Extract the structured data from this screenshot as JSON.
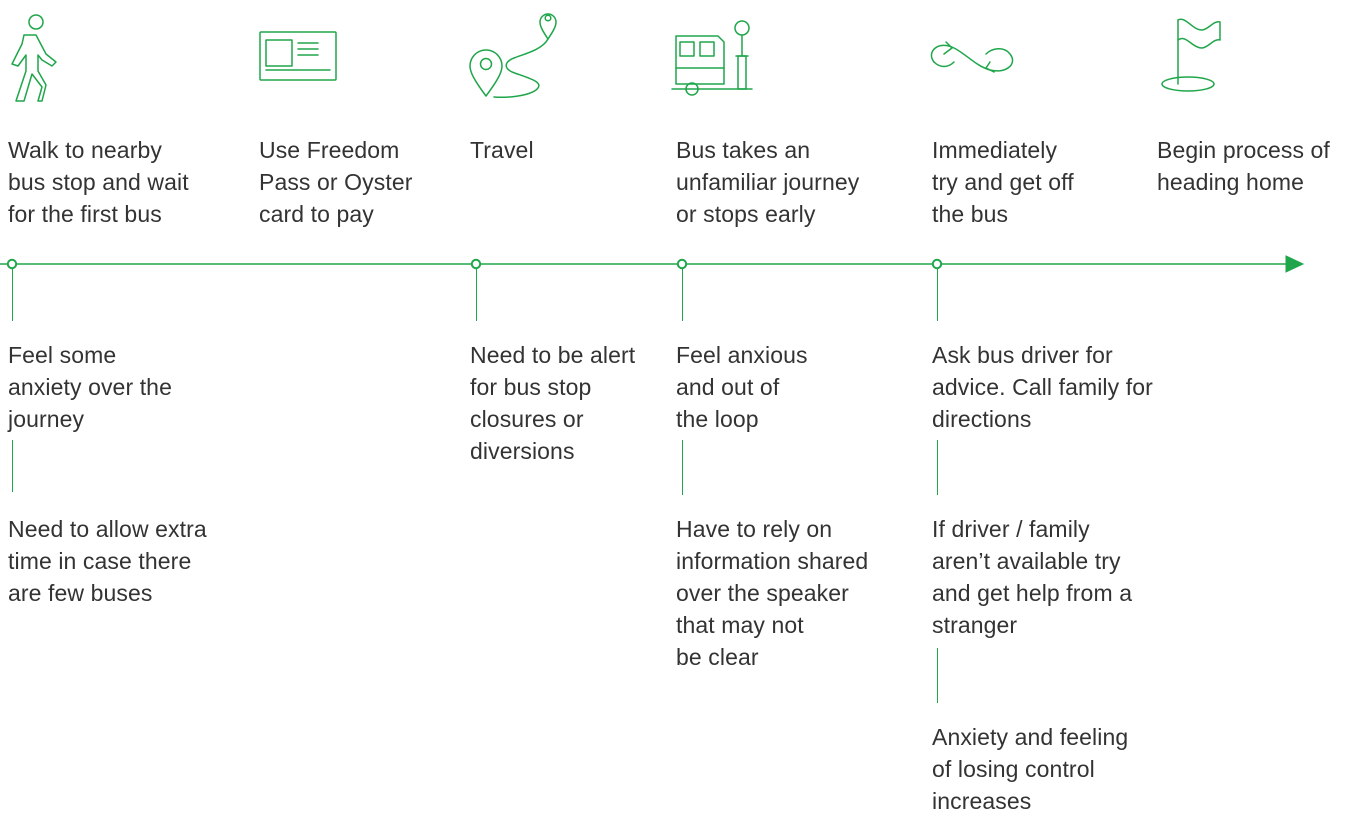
{
  "steps": [
    {
      "icon": "walking-person-icon",
      "text": "Walk to nearby\nbus stop and wait\nfor the first bus"
    },
    {
      "icon": "travel-card-icon",
      "text": "Use Freedom\nPass or Oyster\ncard to pay"
    },
    {
      "icon": "route-map-pin-icon",
      "text": "Travel"
    },
    {
      "icon": "bus-stop-icon",
      "text": "Bus takes an\nunfamiliar journey\nor stops early"
    },
    {
      "icon": "loop-arrows-icon",
      "text": "Immediately\ntry and get off\nthe bus"
    },
    {
      "icon": "finish-flag-icon",
      "text": "Begin process of\nheading home"
    }
  ],
  "details": {
    "walk": [
      "Feel some\nanxiety over the\njourney",
      "Need to allow extra\ntime in case there\nare few buses"
    ],
    "travel": [
      "Need to be alert\nfor bus stop\nclosures or\ndiversions"
    ],
    "unfamiliar": [
      "Feel anxious\nand out of\nthe loop",
      "Have to rely on\ninformation shared\nover the speaker\nthat may not\nbe clear"
    ],
    "getoff": [
      "Ask bus driver for\nadvice. Call family for\ndirections",
      "If driver / family\naren’t available try\nand get help from a\nstranger",
      "Anxiety and feeling\nof losing control\nincreases"
    ]
  },
  "colors": {
    "accent": "#1fa64a",
    "text": "#333333"
  }
}
